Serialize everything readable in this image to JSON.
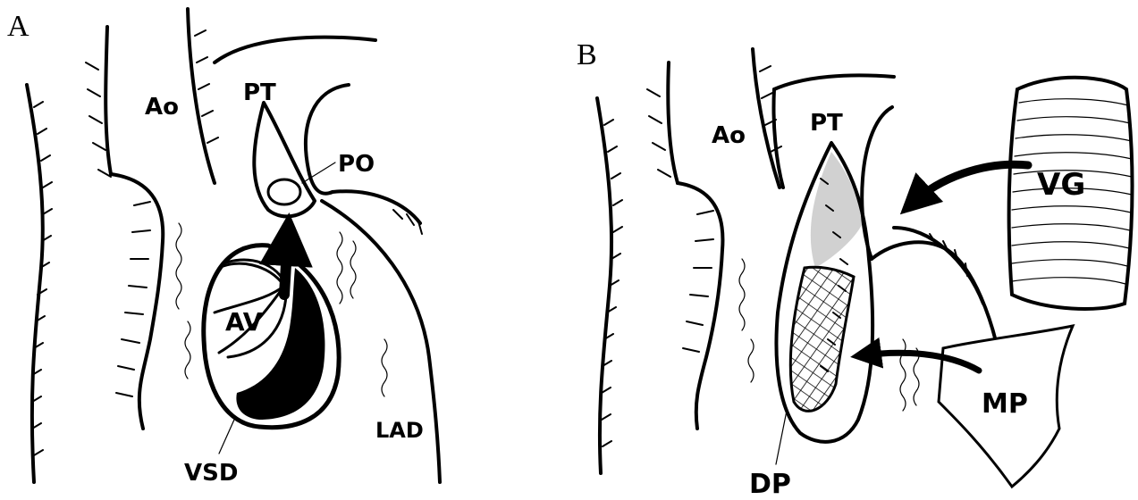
{
  "panels": [
    {
      "letter": "A",
      "labels": {
        "ao": "Ao",
        "pt": "PT",
        "po": "PO",
        "av": "AV",
        "vsd": "VSD",
        "lad": "LAD"
      }
    },
    {
      "letter": "B",
      "labels": {
        "ao": "Ao",
        "pt": "PT",
        "vg": "VG",
        "mp": "MP",
        "dp": "DP"
      }
    }
  ]
}
